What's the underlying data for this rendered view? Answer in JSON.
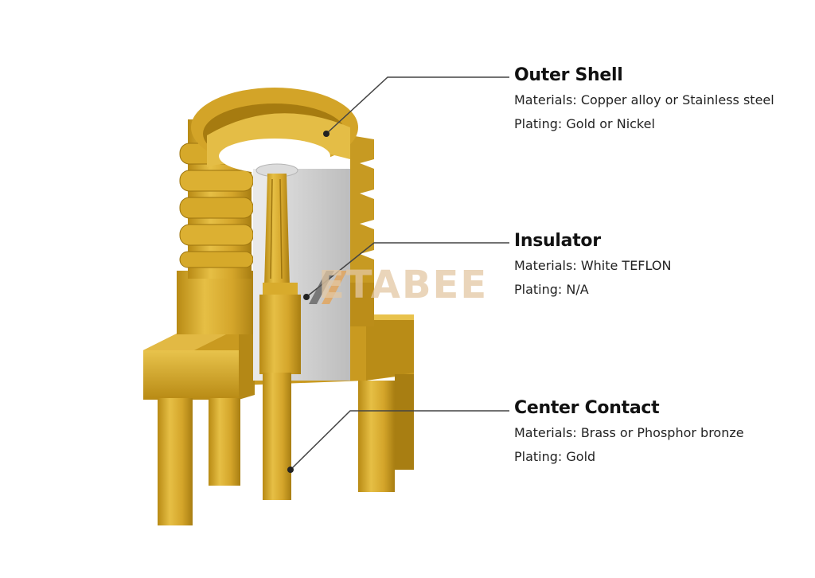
{
  "callouts": {
    "outer_shell": {
      "title": "Outer Shell",
      "materials": "Materials: Copper alloy or Stainless steel",
      "plating": "Plating: Gold or Nickel"
    },
    "insulator": {
      "title": "Insulator",
      "materials": "Materials: White TEFLON",
      "plating": "Plating: N/A"
    },
    "center_contact": {
      "title": "Center Contact",
      "materials": "Materials: Brass or Phosphor bronze",
      "plating": "Plating: Gold"
    }
  },
  "watermark": "ETABEE",
  "colors": {
    "gold": "#d8ab2c",
    "gold_dark": "#a87e12",
    "gold_light": "#ecc84e",
    "insulator": "#d4d4d4",
    "leader_line": "#444444"
  }
}
